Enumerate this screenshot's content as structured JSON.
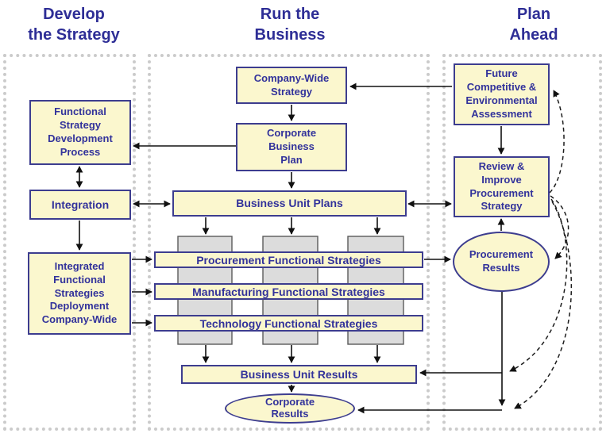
{
  "headers": {
    "left": "Develop\nthe Strategy",
    "middle": "Run the\nBusiness",
    "right": "Plan\nAhead"
  },
  "boxes": {
    "functional_strategy": {
      "label": "Functional\nStrategy\nDevelopment\nProcess"
    },
    "integration": {
      "label": "Integration"
    },
    "integrated_deployment": {
      "label": "Integrated\nFunctional\nStrategies\nDeployment\nCompany-Wide"
    },
    "company_wide_strategy": {
      "label": "Company-Wide\nStrategy"
    },
    "corporate_business_plan": {
      "label": "Corporate\nBusiness\nPlan"
    },
    "business_unit_plans": {
      "label": "Business Unit Plans"
    },
    "procurement_functional": {
      "label": "Procurement Functional Strategies"
    },
    "manufacturing_functional": {
      "label": "Manufacturing Functional Strategies"
    },
    "technology_functional": {
      "label": "Technology Functional Strategies"
    },
    "business_unit_results": {
      "label": "Business Unit Results"
    },
    "corporate_results": {
      "label": "Corporate\nResults"
    },
    "future_assessment": {
      "label": "Future\nCompetitive &\nEnvironmental\nAssessment"
    },
    "review_improve": {
      "label": "Review &\nImprove\nProcurement\nStrategy"
    },
    "procurement_results": {
      "label": "Procurement\nResults"
    }
  },
  "connections": [
    {
      "from": "Corporate Business Plan",
      "to": "Functional Strategy Development Process",
      "style": "solid"
    },
    {
      "from": "Functional Strategy Development Process",
      "to": "Integration",
      "style": "solid-double"
    },
    {
      "from": "Integration",
      "to": "Integrated Functional Strategies Deployment Company-Wide",
      "style": "solid"
    },
    {
      "from": "Integration",
      "to": "Business Unit Plans",
      "style": "solid-double"
    },
    {
      "from": "Business Unit Plans",
      "to": "Review & Improve Procurement Strategy",
      "style": "solid-double"
    },
    {
      "from": "Future Competitive & Environmental Assessment",
      "to": "Company-Wide Strategy",
      "style": "solid"
    },
    {
      "from": "Company-Wide Strategy",
      "to": "Corporate Business Plan",
      "style": "solid"
    },
    {
      "from": "Corporate Business Plan",
      "to": "Business Unit Plans",
      "style": "solid"
    },
    {
      "from": "Business Unit Plans",
      "to": "Business Unit Pillars",
      "style": "solid"
    },
    {
      "from": "Integrated Functional Strategies Deployment Company-Wide",
      "to": "Procurement Functional Strategies",
      "style": "solid"
    },
    {
      "from": "Integrated Functional Strategies Deployment Company-Wide",
      "to": "Manufacturing Functional Strategies",
      "style": "solid"
    },
    {
      "from": "Integrated Functional Strategies Deployment Company-Wide",
      "to": "Technology Functional Strategies",
      "style": "solid"
    },
    {
      "from": "Procurement Functional Strategies",
      "to": "Procurement Results",
      "style": "solid"
    },
    {
      "from": "Business Unit Pillars",
      "to": "Business Unit Results",
      "style": "solid"
    },
    {
      "from": "Business Unit Results",
      "to": "Corporate Results",
      "style": "solid"
    },
    {
      "from": "Future Competitive & Environmental Assessment",
      "to": "Review & Improve Procurement Strategy",
      "style": "solid"
    },
    {
      "from": "Procurement Results",
      "to": "Review & Improve Procurement Strategy",
      "style": "solid"
    },
    {
      "from": "Procurement Results",
      "to": "Business Unit Results",
      "style": "solid"
    },
    {
      "from": "Procurement Results",
      "to": "Corporate Results",
      "style": "solid"
    },
    {
      "from": "Review & Improve Procurement Strategy",
      "to": "Future Competitive & Environmental Assessment",
      "style": "dashed"
    },
    {
      "from": "Review & Improve Procurement Strategy",
      "to": "Procurement Results",
      "style": "dashed"
    },
    {
      "from": "Review & Improve Procurement Strategy",
      "to": "Business Unit Results feed",
      "style": "dashed"
    },
    {
      "from": "Review & Improve Procurement Strategy",
      "to": "Corporate Results feed",
      "style": "dashed"
    }
  ],
  "colors": {
    "heading_text": "#2E2E96",
    "box_fill": "#FBF7CE",
    "box_border": "#3D3D8F",
    "box_text": "#32329B",
    "pillar_fill": "#DCDCDC",
    "pillar_border": "#5A5A5A",
    "panel_border": "#CBCBCB",
    "connector": "#111111"
  }
}
